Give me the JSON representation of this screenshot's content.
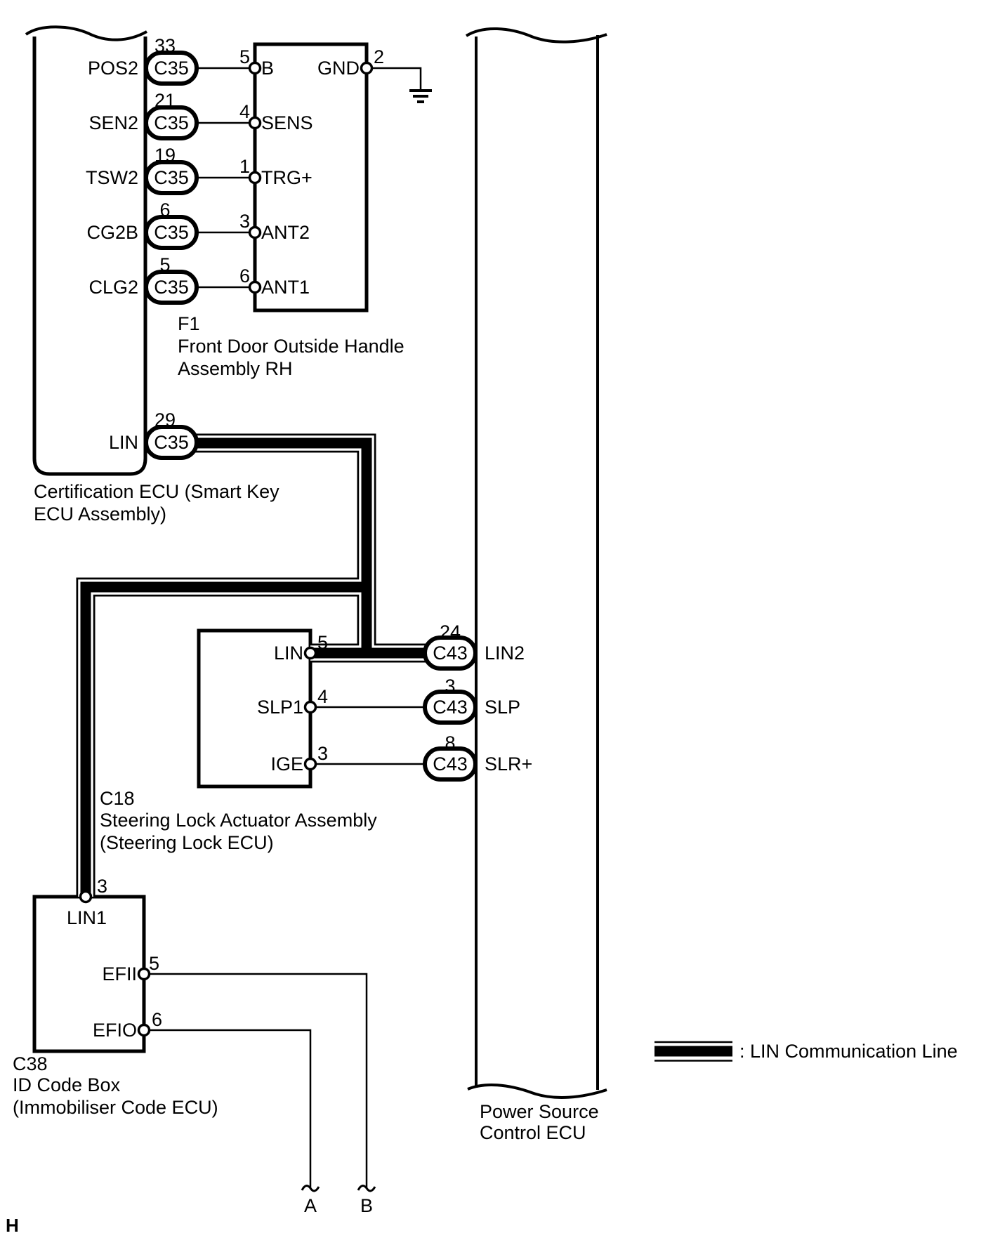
{
  "colors": {
    "background": "#ffffff",
    "line": "#000000"
  },
  "certification_ecu": {
    "title1": "Certification ECU (Smart Key",
    "title2": "ECU Assembly)",
    "pins": [
      {
        "num": "33",
        "connector": "C35",
        "label": "POS2"
      },
      {
        "num": "21",
        "connector": "C35",
        "label": "SEN2"
      },
      {
        "num": "19",
        "connector": "C35",
        "label": "TSW2"
      },
      {
        "num": "6",
        "connector": "C35",
        "label": "CG2B"
      },
      {
        "num": "5",
        "connector": "C35",
        "label": "CLG2"
      },
      {
        "num": "29",
        "connector": "C35",
        "label": "LIN"
      }
    ]
  },
  "front_door_handle": {
    "code": "F1",
    "title1": "Front Door Outside Handle",
    "title2": "Assembly RH",
    "pins": [
      {
        "num": "5",
        "label": "B"
      },
      {
        "num": "4",
        "label": "SENS"
      },
      {
        "num": "1",
        "label": "TRG+"
      },
      {
        "num": "3",
        "label": "ANT2"
      },
      {
        "num": "6",
        "label": "ANT1"
      }
    ],
    "gnd": {
      "num": "2",
      "label": "GND"
    }
  },
  "steering_lock": {
    "code": "C18",
    "title1": "Steering Lock Actuator Assembly",
    "title2": "(Steering Lock ECU)",
    "pins": [
      {
        "num": "5",
        "label": "LIN"
      },
      {
        "num": "4",
        "label": "SLP1"
      },
      {
        "num": "3",
        "label": "IGE"
      }
    ]
  },
  "power_source": {
    "title1": "Power Source",
    "title2": "Control ECU",
    "connectors": [
      {
        "num": "24",
        "code": "C43",
        "label": "LIN2"
      },
      {
        "num": "3",
        "code": "C43",
        "label": "SLP"
      },
      {
        "num": "8",
        "code": "C43",
        "label": "SLR+"
      }
    ]
  },
  "id_code_box": {
    "code": "C38",
    "title1": "ID Code Box",
    "title2": "(Immobiliser Code ECU)",
    "pins": [
      {
        "num": "3",
        "label": "LIN1"
      },
      {
        "num": "5",
        "label": "EFII"
      },
      {
        "num": "6",
        "label": "EFIO"
      }
    ]
  },
  "legend": {
    "label": ": LIN Communication Line"
  },
  "bottom_connectors": {
    "a": "A",
    "b": "B"
  },
  "page_mark": "H"
}
